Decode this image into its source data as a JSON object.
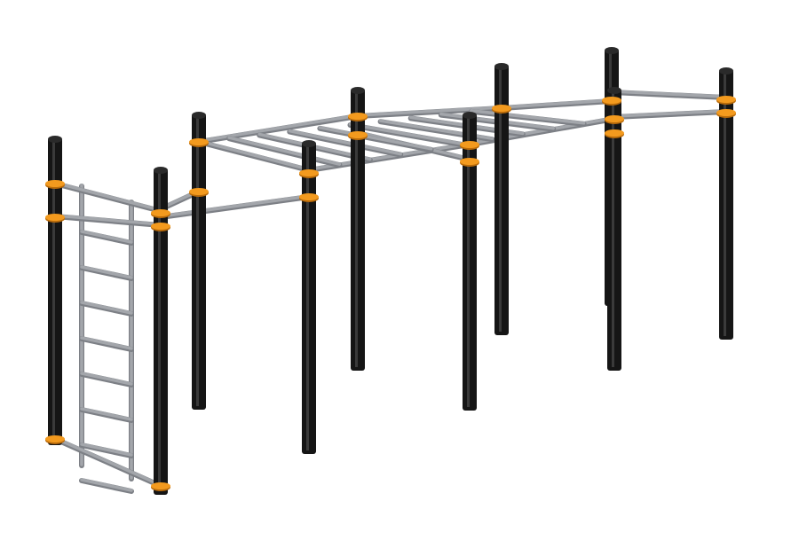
{
  "scene": {
    "subject": "outdoor-workout-frame",
    "colors": {
      "background": "#ffffff",
      "post": "#151515",
      "post_highlight": "#3a3a3a",
      "bar": "#a3a6ab",
      "bar_shadow": "#7d8086",
      "clamp": "#f39a1e",
      "clamp_shadow": "#b86a0a"
    },
    "parts": [
      "wall-ladder",
      "pull-up-bar",
      "monkey-bars",
      "posts",
      "clamps"
    ]
  }
}
